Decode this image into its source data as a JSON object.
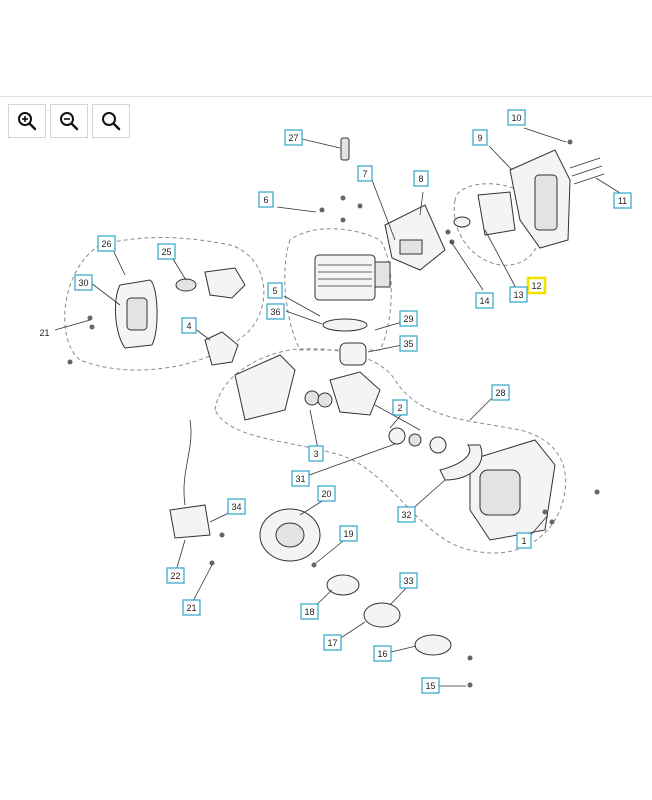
{
  "toolbar": {
    "buttons": [
      {
        "name": "zoom-in-button",
        "icon": "zoom-in-icon"
      },
      {
        "name": "zoom-out-button",
        "icon": "zoom-out-icon"
      },
      {
        "name": "zoom-reset-button",
        "icon": "magnifier-icon"
      }
    ]
  },
  "diagram": {
    "highlight_color": "#f2e200",
    "callout_color": "#2fa5c8",
    "callouts": [
      {
        "id": "1",
        "label": "1"
      },
      {
        "id": "2",
        "label": "2"
      },
      {
        "id": "3",
        "label": "3"
      },
      {
        "id": "4",
        "label": "4"
      },
      {
        "id": "5",
        "label": "5"
      },
      {
        "id": "6",
        "label": "6"
      },
      {
        "id": "7",
        "label": "7"
      },
      {
        "id": "8",
        "label": "8"
      },
      {
        "id": "9",
        "label": "9"
      },
      {
        "id": "10",
        "label": "10"
      },
      {
        "id": "11",
        "label": "11"
      },
      {
        "id": "12",
        "label": "12",
        "highlighted": true
      },
      {
        "id": "13",
        "label": "13"
      },
      {
        "id": "14",
        "label": "14"
      },
      {
        "id": "15",
        "label": "15"
      },
      {
        "id": "16",
        "label": "16"
      },
      {
        "id": "17",
        "label": "17"
      },
      {
        "id": "18",
        "label": "18"
      },
      {
        "id": "19",
        "label": "19"
      },
      {
        "id": "20",
        "label": "20"
      },
      {
        "id": "21a",
        "label": "21"
      },
      {
        "id": "21b",
        "label": "21"
      },
      {
        "id": "22",
        "label": "22"
      },
      {
        "id": "25",
        "label": "25"
      },
      {
        "id": "26",
        "label": "26"
      },
      {
        "id": "27",
        "label": "27"
      },
      {
        "id": "28",
        "label": "28"
      },
      {
        "id": "29",
        "label": "29"
      },
      {
        "id": "30",
        "label": "30"
      },
      {
        "id": "31",
        "label": "31"
      },
      {
        "id": "32",
        "label": "32"
      },
      {
        "id": "33",
        "label": "33"
      },
      {
        "id": "34",
        "label": "34"
      },
      {
        "id": "35",
        "label": "35"
      },
      {
        "id": "36",
        "label": "36"
      }
    ]
  }
}
